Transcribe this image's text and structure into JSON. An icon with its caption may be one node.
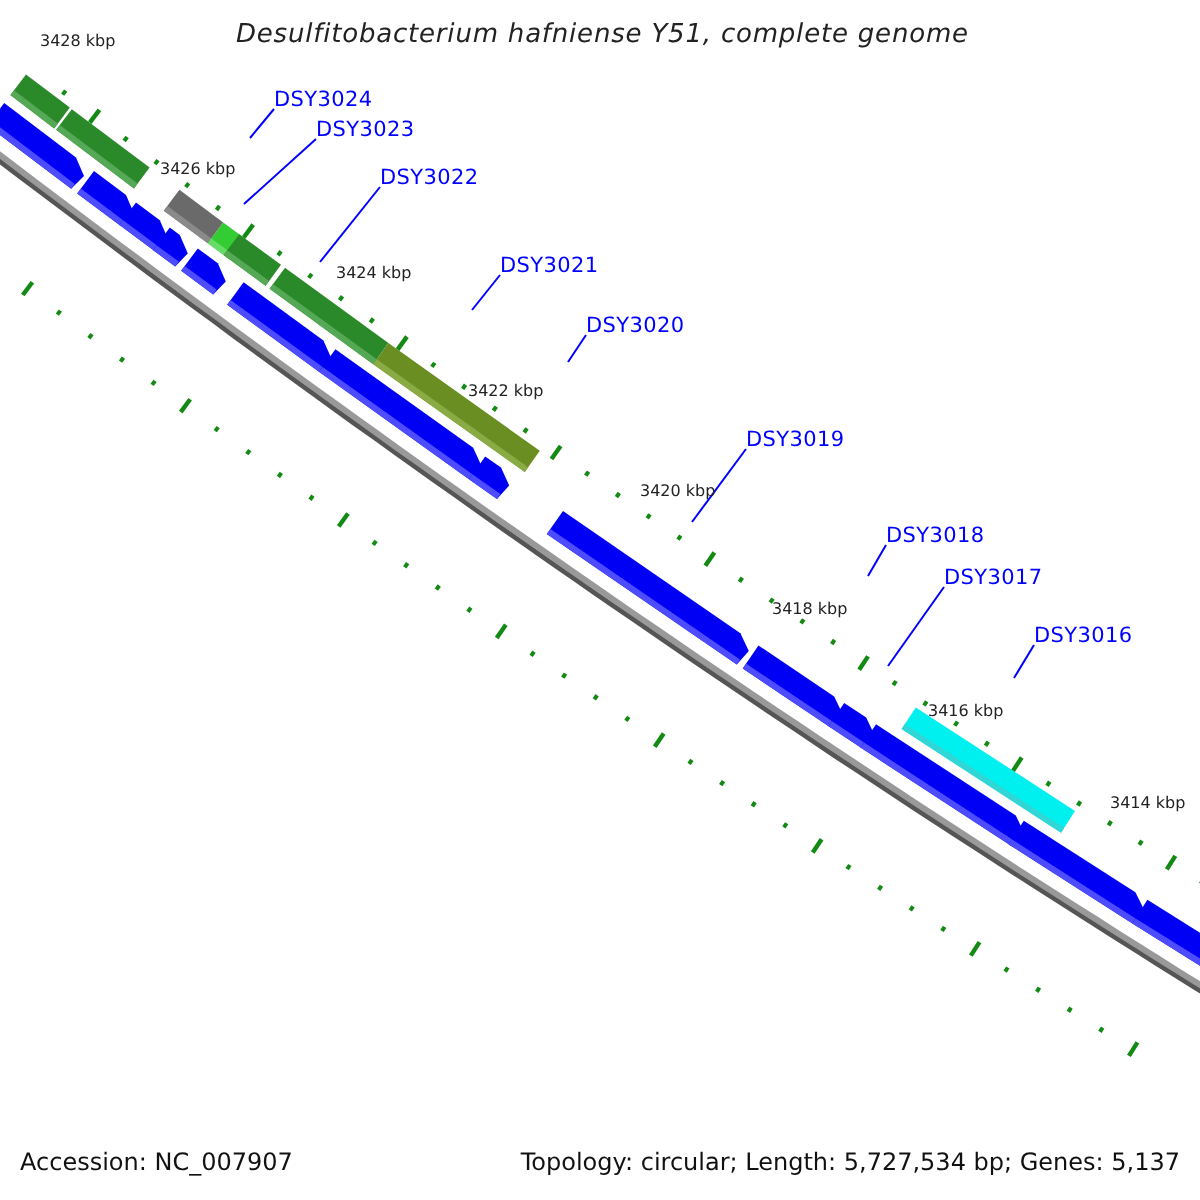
{
  "diagram": {
    "title": "Desulfitobacterium hafniense Y51, complete genome",
    "nodes": [
      {
        "text": [
          "DSY3024"
        ]
      },
      {
        "text": [
          "DSY3023"
        ]
      },
      {
        "text": [
          "DSY3022"
        ]
      },
      {
        "text": [
          "DSY3021"
        ]
      },
      {
        "text": [
          "DSY3020"
        ]
      },
      {
        "text": [
          "DSY3019"
        ]
      },
      {
        "text": [
          "DSY3018"
        ]
      },
      {
        "text": [
          "DSY3017"
        ]
      },
      {
        "text": [
          "DSY3016"
        ]
      }
    ],
    "edges": [
      {
        "from": 0,
        "to": null,
        "arrow": "none"
      },
      {
        "from": 1,
        "to": null,
        "arrow": "none"
      },
      {
        "from": 2,
        "to": null,
        "arrow": "none"
      },
      {
        "from": 3,
        "to": null,
        "arrow": "none"
      },
      {
        "from": 4,
        "to": null,
        "arrow": "none"
      },
      {
        "from": 5,
        "to": null,
        "arrow": "none"
      },
      {
        "from": 6,
        "to": null,
        "arrow": "none"
      },
      {
        "from": 7,
        "to": null,
        "arrow": "none"
      },
      {
        "from": 8,
        "to": null,
        "arrow": "none"
      }
    ],
    "labels": [
      "3428 kbp",
      "3426 kbp",
      "3424 kbp",
      "3422 kbp",
      "3420 kbp",
      "3418 kbp",
      "3416 kbp",
      "3414 kbp",
      "Accession: NC_007907",
      "Topology: circular; Length: 5,727,534 bp; Genes: 5,137"
    ]
  }
}
